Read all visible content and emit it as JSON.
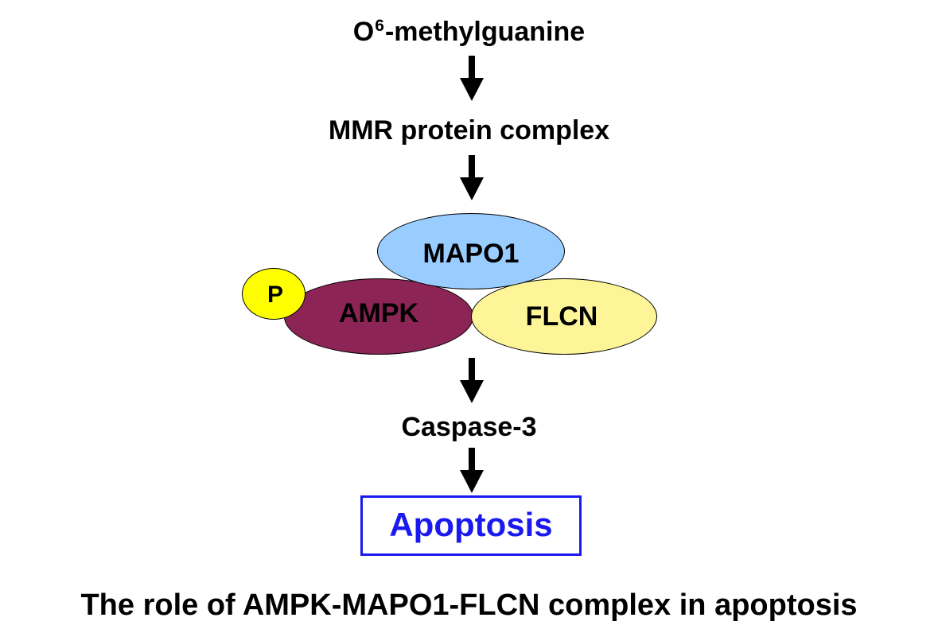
{
  "nodes": {
    "o6_prefix": "O",
    "o6_superscript": "6",
    "o6_suffix": "-methylguanine",
    "mmr": "MMR protein complex",
    "mapo1": "MAPO1",
    "ampk": "AMPK",
    "flcn": "FLCN",
    "phospho": "P",
    "caspase": "Caspase-3",
    "apoptosis": "Apoptosis"
  },
  "caption": "The role of AMPK-MAPO1-FLCN complex in apoptosis",
  "colors": {
    "mapo1": "#99ccff",
    "ampk": "#8c2456",
    "flcn": "#fdf598",
    "phospho": "#ffff00",
    "apoptosis": "#1a1af0"
  }
}
